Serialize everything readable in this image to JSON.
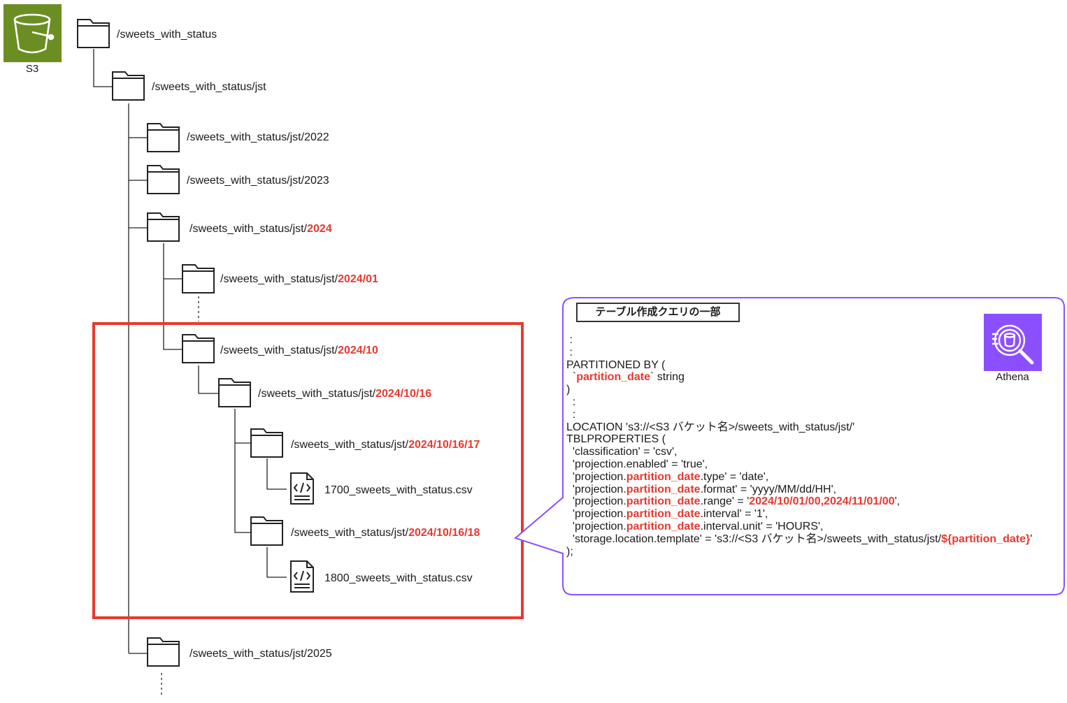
{
  "s3": {
    "label": "S3",
    "icon": "s3-bucket-icon",
    "color": "#6b8e23"
  },
  "athena": {
    "label": "Athena",
    "icon": "athena-icon",
    "color": "#8c4fff"
  },
  "highlight_color": "#e8392f",
  "query_title": "テーブル作成クエリの一部",
  "folders": [
    {
      "id": "root",
      "prefix": "/sweets_with_status",
      "hl": ""
    },
    {
      "id": "jst",
      "prefix": "/sweets_with_status/jst",
      "hl": ""
    },
    {
      "id": "y2022",
      "prefix": "/sweets_with_status/jst/2022",
      "hl": ""
    },
    {
      "id": "y2023",
      "prefix": "/sweets_with_status/jst/2023",
      "hl": ""
    },
    {
      "id": "y2024",
      "prefix": "/sweets_with_status/jst/",
      "hl": "2024"
    },
    {
      "id": "m01",
      "prefix": "/sweets_with_status/jst/",
      "hl": "2024/01"
    },
    {
      "id": "m10",
      "prefix": "/sweets_with_status/jst/",
      "hl": "2024/10"
    },
    {
      "id": "d16",
      "prefix": "/sweets_with_status/jst/",
      "hl": "2024/10/16"
    },
    {
      "id": "h17",
      "prefix": "/sweets_with_status/jst/",
      "hl": "2024/10/16/17"
    },
    {
      "id": "h18",
      "prefix": "/sweets_with_status/jst/",
      "hl": "2024/10/16/18"
    },
    {
      "id": "y2025",
      "prefix": "/sweets_with_status/jst/2025",
      "hl": ""
    }
  ],
  "files": [
    {
      "id": "f1700",
      "name": "1700_sweets_with_status.csv"
    },
    {
      "id": "f1800",
      "name": "1800_sweets_with_status.csv"
    }
  ],
  "code_lines": [
    [
      {
        "t": " :"
      }
    ],
    [
      {
        "t": " :"
      }
    ],
    [
      {
        "t": "PARTITIONED BY ("
      }
    ],
    [
      {
        "t": "  `"
      },
      {
        "t": "partition_date",
        "h": true
      },
      {
        "t": "` string"
      }
    ],
    [
      {
        "t": ")"
      }
    ],
    [
      {
        "t": "  :"
      }
    ],
    [
      {
        "t": "  :"
      }
    ],
    [
      {
        "t": "LOCATION 's3://<S3 バケット名>/sweets_with_status/jst/'"
      }
    ],
    [
      {
        "t": "TBLPROPERTIES ("
      }
    ],
    [
      {
        "t": "  'classification' = 'csv',"
      }
    ],
    [
      {
        "t": "  'projection.enabled' = 'true',"
      }
    ],
    [
      {
        "t": "  'projection."
      },
      {
        "t": "partition_date",
        "h": true
      },
      {
        "t": ".type' = 'date',"
      }
    ],
    [
      {
        "t": "  'projection."
      },
      {
        "t": "partition_date",
        "h": true
      },
      {
        "t": ".format' = 'yyyy/MM/dd/HH',"
      }
    ],
    [
      {
        "t": "  'projection."
      },
      {
        "t": "partition_date",
        "h": true
      },
      {
        "t": ".range' = '"
      },
      {
        "t": "2024/10/01/00,2024/11/01/00",
        "h": true
      },
      {
        "t": "',"
      }
    ],
    [
      {
        "t": "  'projection."
      },
      {
        "t": "partition_date",
        "h": true
      },
      {
        "t": ".interval' = '1',"
      }
    ],
    [
      {
        "t": "  'projection."
      },
      {
        "t": "partition_date",
        "h": true
      },
      {
        "t": ".interval.unit' = 'HOURS',"
      }
    ],
    [
      {
        "t": "  'storage.location.template' = 's3://<S3 バケット名>/sweets_with_status/jst/"
      },
      {
        "t": "${partition_date}",
        "h": true
      },
      {
        "t": "'"
      }
    ],
    [
      {
        "t": ");"
      }
    ]
  ]
}
